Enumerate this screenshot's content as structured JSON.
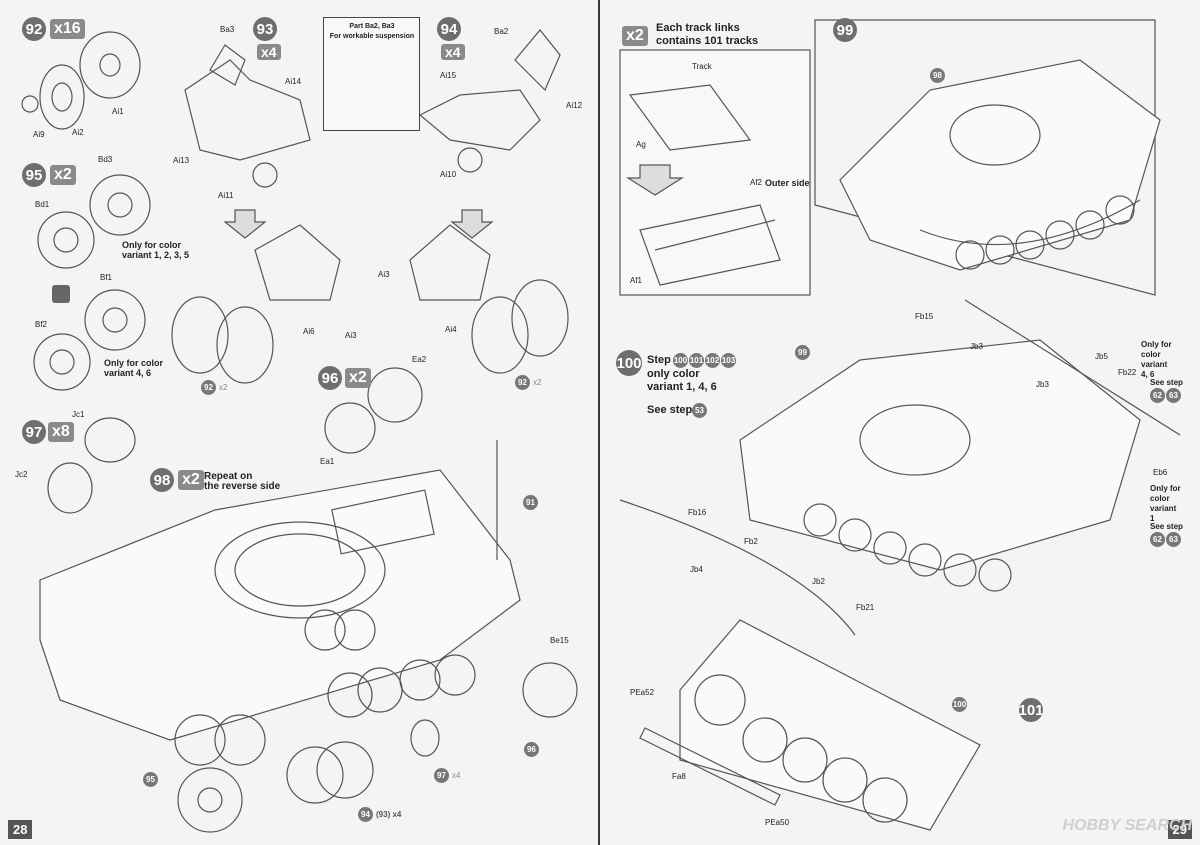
{
  "left_page": {
    "page_number": "28",
    "steps": [
      {
        "num": "92",
        "qty": "x16"
      },
      {
        "num": "93",
        "qty": "x4"
      },
      {
        "num": "94",
        "qty": "x4"
      },
      {
        "num": "95",
        "qty": "x2"
      },
      {
        "num": "96",
        "qty": "x2"
      },
      {
        "num": "97",
        "qty": "x8"
      },
      {
        "num": "98",
        "qty": "x2"
      }
    ],
    "notes": {
      "workable": "Part Ba2, Ba3\nFor workable suspension",
      "color_135": "Only for color\nvariant 1, 2, 3, 5",
      "color_46": "Only for color\nvariant 4, 6",
      "reverse": "Repeat on\nthe reverse side"
    },
    "labels": [
      "Ai1",
      "Ai2",
      "Ai9",
      "Ba3",
      "Ai14",
      "Ai13",
      "Ai11",
      "Ba2",
      "Ai15",
      "Ai12",
      "Ai10",
      "Bd3",
      "Bd1",
      "Bf1",
      "Bf2",
      "Ai6",
      "Ai3",
      "Ai3",
      "Ai4",
      "Ea2",
      "Ea1",
      "Jc1",
      "Jc2",
      "91",
      "Be15",
      "96",
      "95",
      "97",
      "94",
      "93"
    ],
    "callouts": [
      {
        "num": "92",
        "qty": "x2"
      },
      {
        "num": "92",
        "qty": "x2"
      },
      {
        "num": "97",
        "qty": "x4"
      },
      {
        "num": "94",
        "qty": "(93) x4"
      }
    ]
  },
  "right_page": {
    "page_number": "29",
    "track_info": {
      "qty": "x2",
      "text": "Each track links\ncontains 101 tracks"
    },
    "steps": [
      {
        "num": "99"
      },
      {
        "num": "100"
      },
      {
        "num": "101"
      }
    ],
    "step100": {
      "line1": "Step",
      "sub_steps": [
        "100",
        "101",
        "102",
        "103"
      ],
      "line2": "only color\nvariant 1, 4, 6",
      "see": "See step",
      "see_num": "53"
    },
    "side_notes": [
      {
        "text": "Only for\ncolor\nvariant\n4, 6",
        "see": "See step",
        "nums": [
          "62",
          "63"
        ]
      },
      {
        "text": "Only for\ncolor\nvariant\n1",
        "see": "See step",
        "nums": [
          "62",
          "63"
        ]
      }
    ],
    "labels": [
      "Track",
      "Ag",
      "Af2",
      "Outer side",
      "Af1",
      "98",
      "Fb15",
      "Jb3",
      "Jb5",
      "Jb3",
      "Fb22",
      "Eb6",
      "99",
      "Fb16",
      "Fb2",
      "Jb4",
      "Jb2",
      "Fb21",
      "PEa52",
      "Fa8",
      "PEa50",
      "100"
    ]
  },
  "watermark": "HOBBY SEARCH"
}
